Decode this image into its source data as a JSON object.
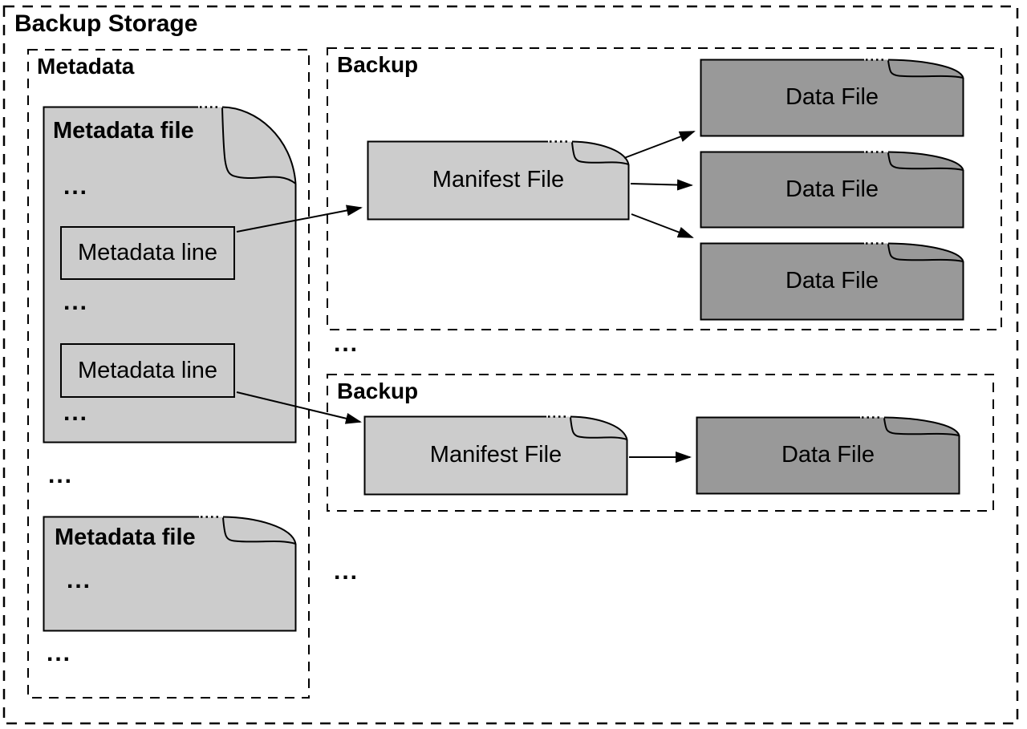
{
  "title": "Backup Storage",
  "ellipsis": "...",
  "metadata": {
    "title": "Metadata",
    "file1_label": "Metadata file",
    "line1": "Metadata line",
    "line2": "Metadata line",
    "file2_label": "Metadata file"
  },
  "backup1": {
    "title": "Backup",
    "manifest_label": "Manifest File",
    "data_file_labels": [
      "Data File",
      "Data File",
      "Data File"
    ]
  },
  "backup2": {
    "title": "Backup",
    "manifest_label": "Manifest File",
    "data_file_labels": [
      "Data File"
    ]
  },
  "colors": {
    "file_light": "#cccccc",
    "file_dark": "#999999",
    "line": "#000000",
    "background": "#ffffff"
  }
}
